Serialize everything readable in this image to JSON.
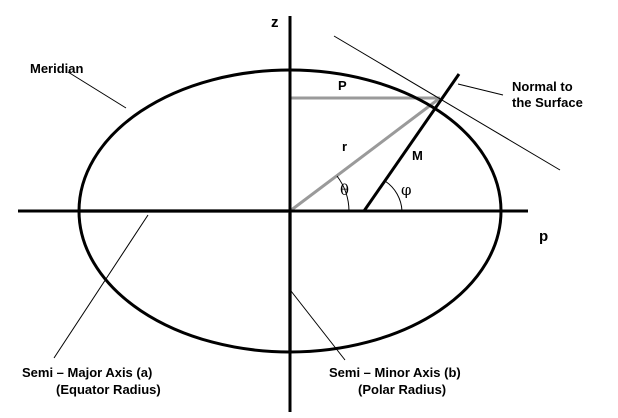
{
  "labels": {
    "z_axis": "z",
    "p_axis": "p",
    "meridian": "Meridian",
    "normal_line1": "Normal to",
    "normal_line2": "the Surface",
    "P": "P",
    "r": "r",
    "M": "M",
    "theta": "θ",
    "phi": "φ",
    "semi_major_line1": "Semi – Major Axis (a)",
    "semi_major_line2": "(Equator Radius)",
    "semi_minor_line1": "Semi – Minor Axis (b)",
    "semi_minor_line2": "(Polar Radius)"
  },
  "colors": {
    "outline": "#000000",
    "radius_grey": "#9a9a9a",
    "axis_grey": "#b8b8b8"
  }
}
